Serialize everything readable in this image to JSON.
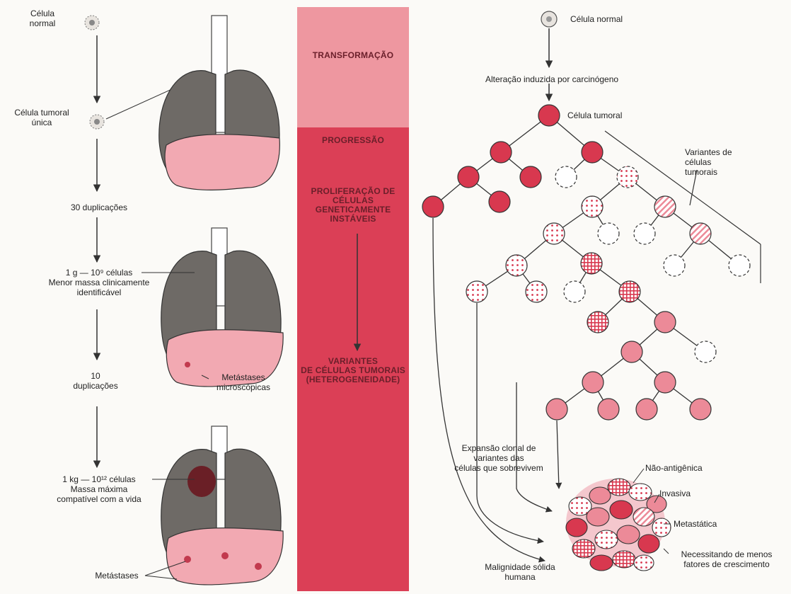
{
  "left_column": {
    "normal_cell": "Célula\nnormal",
    "single_tumor_cell": "Célula tumoral\núnica",
    "doublings_30": "30 duplicações",
    "one_gram": "1 g — 10⁹ células\nMenor massa clinicamente\nidentificável",
    "doublings_10": "10\nduplicações",
    "one_kg": "1 kg — 10¹² células\nMassa máxima\ncompatível com a vida",
    "micro_metastases": "Metástases\nmicroscópicas",
    "metastases": "Metástases"
  },
  "center_band": {
    "transformation": "TRANSFORMAÇÃO",
    "progression": "PROGRESSÃO",
    "proliferation": "PROLIFERAÇÃO DE\nCÉLULAS\nGENETICAMENTE\nINSTÁVEIS",
    "variants": "VARIANTES\nDE CÉLULAS TUMORAIS\n(HETEROGENEIDADE)",
    "colors": {
      "transformation": "#ee97a0",
      "progression": "#db3f56"
    }
  },
  "right_column": {
    "normal_cell": "Célula normal",
    "carcinogen": "Alteração induzida por carcinógeno",
    "tumor_cell": "Célula tumoral",
    "tumor_variants": "Variantes de\ncélulas\ntumorais",
    "clonal_expansion": "Expansão clonal de\nvariantes das\ncélulas que sobrevivem",
    "solid_malignancy": "Malignidade sólida\nhumana",
    "non_antigenic": "Não-antigênica",
    "invasive": "Invasiva",
    "metastatic": "Metastática",
    "growth_factors": "Necessitando de menos\nfatores de crescimento"
  }
}
